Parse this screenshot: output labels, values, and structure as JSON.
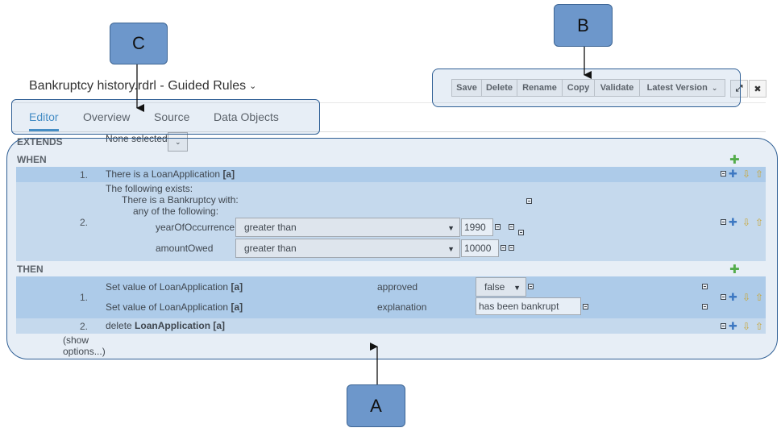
{
  "title": "Bankruptcy history.rdrl - Guided Rules",
  "toolbar": {
    "buttons": [
      "Save",
      "Delete",
      "Rename",
      "Copy",
      "Validate",
      "Latest Version"
    ],
    "expand_icon": "expand-icon",
    "close_icon": "close-icon"
  },
  "tabs": [
    "Editor",
    "Overview",
    "Source",
    "Data Objects"
  ],
  "editor": {
    "extends_label": "EXTENDS",
    "extends_value": "None selected",
    "when_label": "WHEN",
    "when_1_num": "1.",
    "when_1_text": "There is a LoanApplication",
    "when_1_var": "[a]",
    "when_2_num": "2.",
    "when_2_exists": "The following exists:",
    "when_2_bankruptcy": "There is a Bankruptcy with:",
    "when_2_any": "any of the following:",
    "field1_name": "yearOfOccurrence",
    "field1_op": "greater than",
    "field1_value": "1990",
    "field2_name": "amountOwed",
    "field2_op": "greater than",
    "field2_value": "10000",
    "then_label": "THEN",
    "then_1_num": "1.",
    "then_1a_text": "Set value of LoanApplication",
    "then_1a_var": "[a]",
    "then_1a_field": "approved",
    "then_1a_value": "false",
    "then_1b_text": "Set value of LoanApplication",
    "then_1b_var": "[a]",
    "then_1b_field": "explanation",
    "then_1b_value": "has been bankrupt",
    "then_2_num": "2.",
    "then_2_text": "delete",
    "then_2_var": "LoanApplication [a]",
    "show_options_1": "(show",
    "show_options_2": "options...)"
  },
  "callouts": {
    "a": "A",
    "b": "B",
    "c": "C"
  },
  "colors": {
    "callout_fill": "#6d97cb",
    "row_band": "#b9d5ef",
    "active_tab": "#3a89c4"
  }
}
